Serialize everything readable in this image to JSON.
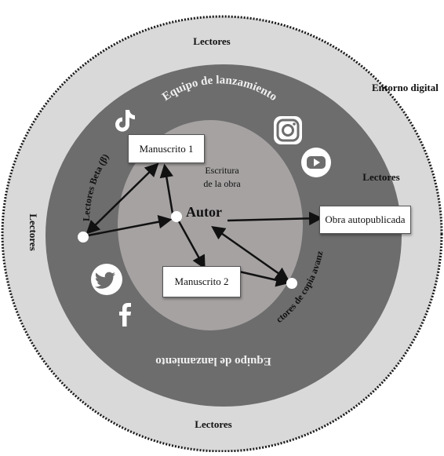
{
  "diagram": {
    "outer_ring_label": "Entorno digital",
    "readers": {
      "top": "Lectores",
      "right": "Lectores",
      "left": "Lectores",
      "bottom": "Lectores"
    },
    "launch_team": {
      "top": "Equipo de lanzamiento",
      "bottom": "Equipo de lanzamiento"
    },
    "beta_readers": "Lectores Beta (β)",
    "arc_readers": "Lectores de copia avanzada",
    "writing": {
      "line1": "Escritura",
      "line2": "de la obra"
    },
    "author": "Autor",
    "manuscript1": "Manuscrito 1",
    "manuscript2": "Manuscrito 2",
    "self_published": "Obra autopublicada",
    "icons": [
      "tiktok-icon",
      "instagram-icon",
      "youtube-icon",
      "twitter-icon",
      "facebook-icon"
    ],
    "colors": {
      "outer_ring": "#d9d9d9",
      "launch_ring": "#6d6d6d",
      "writing_core": "#a6a2a2",
      "launch_text": "#f0f0f0",
      "ink": "#111111"
    }
  }
}
